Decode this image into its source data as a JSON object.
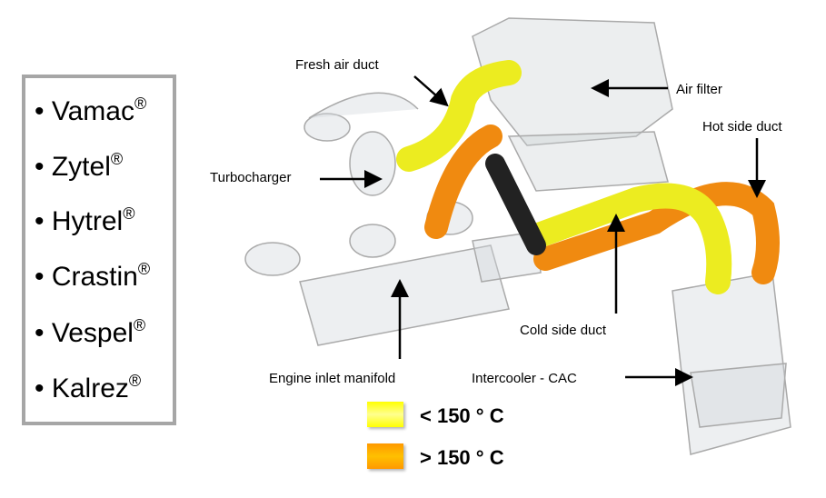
{
  "materials": [
    {
      "name": "Vamac",
      "mark": "®"
    },
    {
      "name": "Zytel",
      "mark": "®"
    },
    {
      "name": "Hytrel",
      "mark": "®"
    },
    {
      "name": "Crastin",
      "mark": "®"
    },
    {
      "name": "Vespel",
      "mark": "®"
    },
    {
      "name": "Kalrez",
      "mark": "®"
    }
  ],
  "labels": {
    "fresh_air_duct": "Fresh air duct",
    "air_filter": "Air filter",
    "hot_side_duct": "Hot side duct",
    "turbocharger": "Turbocharger",
    "cold_side_duct": "Cold side duct",
    "engine_inlet_manifold": "Engine inlet manifold",
    "intercooler": "Intercooler - CAC"
  },
  "legend": [
    {
      "label": "< 150 ° C",
      "color": "#ffff40"
    },
    {
      "label": "> 150 ° C",
      "color": "#ff9900"
    }
  ]
}
